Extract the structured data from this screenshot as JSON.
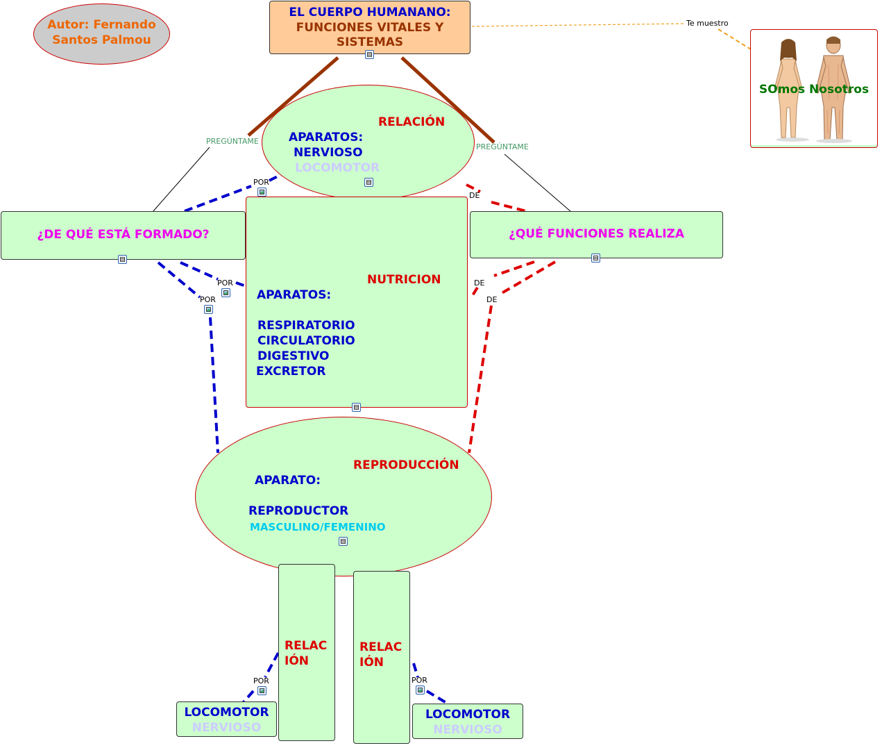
{
  "author": {
    "line1": "Autor: Fernando",
    "line2": "Santos Palmou"
  },
  "title": {
    "line1": "EL CUERPO HUMANANO:",
    "line2": "FUNCIONES VITALES Y",
    "line3": "SISTEMAS"
  },
  "image_node": {
    "label": "SOmos Nosotros",
    "link_label": "Te muestro"
  },
  "relacion": {
    "title": "RELACIÓN",
    "line1": "APARATOS:",
    "line2": "NERVIOSO",
    "line3": "LOCOMOTOR"
  },
  "left_question": {
    "label": "¿DE QUÉ ESTÁ FORMADO?"
  },
  "right_question": {
    "label": "¿QUÉ FUNCIONES REALIZA"
  },
  "nutricion": {
    "title": "NUTRICION",
    "line1": "APARATOS:",
    "items": [
      "RESPIRATORIO",
      "CIRCULATORIO",
      "DIGESTIVO",
      "EXCRETOR"
    ]
  },
  "reproduccion": {
    "title": "REPRODUCCIÓN",
    "line1": "APARATO:",
    "line2": "REPRODUCTOR",
    "line3": "MASCULINO/FEMENINO"
  },
  "legs": [
    {
      "line1": "RELAC",
      "line2": "IÓN"
    },
    {
      "line1": "RELAC",
      "line2": "IÓN"
    }
  ],
  "feet": [
    {
      "line1": "LOCOMOTOR",
      "line2": "NERVIOSO"
    },
    {
      "line1": "LOCOMOTOR",
      "line2": "NERVIOSO"
    }
  ],
  "link_labels": {
    "preguntame_left": "PREGÚNTAME",
    "preguntame_right": "PREGÚNTAME",
    "por": "POR",
    "de": "DE"
  },
  "colors": {
    "node_fill": "#ccffcc",
    "title_fill": "#ffcc99",
    "author_fill": "#cccccc",
    "red": "#dd0000",
    "blue": "#0000cc",
    "magenta": "#ee00ee",
    "orange": "#ee6600",
    "lavender": "#ccccff",
    "cyan": "#00ccee",
    "brown": "#993300",
    "green_text": "#007700"
  }
}
